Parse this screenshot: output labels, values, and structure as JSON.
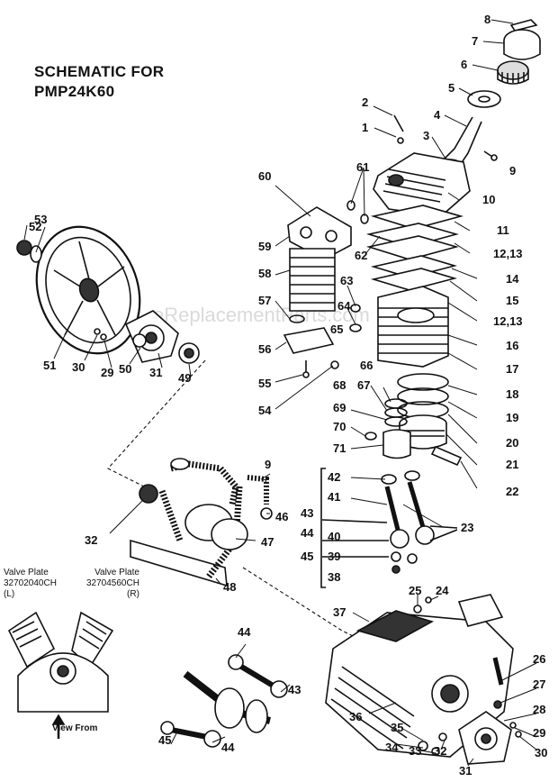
{
  "title_line1": "SCHEMATIC FOR",
  "title_line2": "PMP24K60",
  "watermark": "eReplacementParts.com",
  "inset": {
    "left_label_1": "Valve Plate",
    "left_label_2": "32702040CH",
    "left_label_3": "(L)",
    "right_label_1": "Valve Plate",
    "right_label_2": "32704560CH",
    "right_label_3": "(R)",
    "view_from": "View From"
  },
  "callouts": {
    "n1": "1",
    "n2": "2",
    "n3": "3",
    "n4": "4",
    "n5": "5",
    "n6": "6",
    "n7": "7",
    "n8": "8",
    "n9a": "9",
    "n9b": "9",
    "n10": "10",
    "n11": "11",
    "n12a": "12,13",
    "n12b": "12,13",
    "n14": "14",
    "n15": "15",
    "n16": "16",
    "n17": "17",
    "n18": "18",
    "n19": "19",
    "n20": "20",
    "n21": "21",
    "n22": "22",
    "n23": "23",
    "n24": "24",
    "n25": "25",
    "n26": "26",
    "n27": "27",
    "n28": "28",
    "n29a": "29",
    "n29b": "29",
    "n30a": "30",
    "n30b": "30",
    "n31a": "31",
    "n31b": "31",
    "n32a": "32",
    "n32b": "32",
    "n33": "33",
    "n34": "34",
    "n35": "35",
    "n36": "36",
    "n37": "37",
    "n38": "38",
    "n39": "39",
    "n40": "40",
    "n41": "41",
    "n42": "42",
    "n43a": "43",
    "n43b": "43",
    "n44a": "44",
    "n44b": "44",
    "n44c": "44",
    "n45a": "45",
    "n45b": "45",
    "n46": "46",
    "n47": "47",
    "n48": "48",
    "n49": "49",
    "n50": "50",
    "n51": "51",
    "n52": "52",
    "n53": "53",
    "n54": "54",
    "n55": "55",
    "n56": "56",
    "n57": "57",
    "n58": "58",
    "n59": "59",
    "n60": "60",
    "n61": "61",
    "n62": "62",
    "n63": "63",
    "n64": "64",
    "n65": "65",
    "n66": "66",
    "n67": "67",
    "n68": "68",
    "n69": "69",
    "n70": "70",
    "n71": "71"
  }
}
